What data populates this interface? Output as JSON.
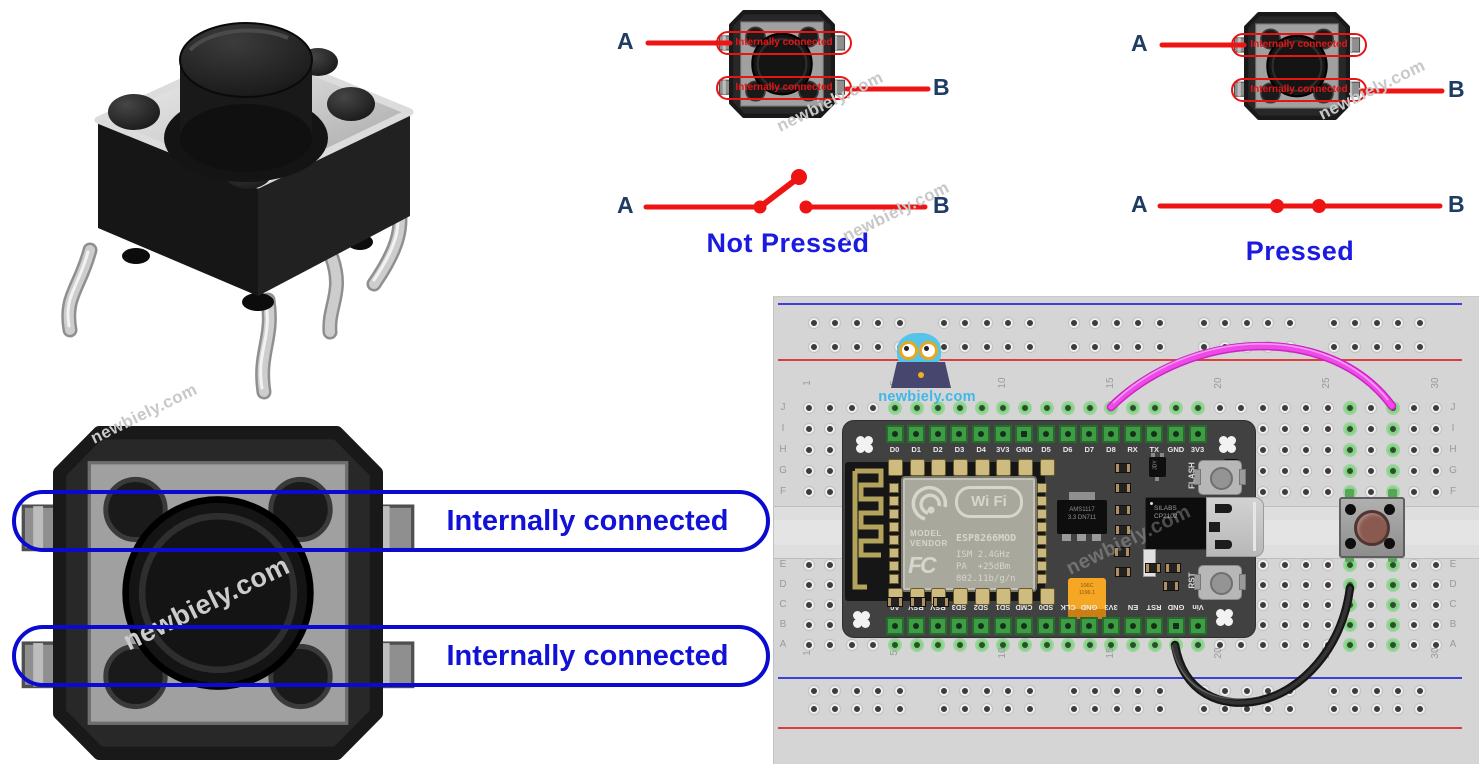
{
  "watermark": "newbiely.com",
  "logo": {
    "site": "newbiely.com"
  },
  "colors": {
    "red": "#ee1414",
    "navy": "#1e3c64",
    "blue_caption": "#1a1ae0",
    "oval_blue": "#0a0ad0",
    "wire_pink": "#e535e0",
    "wire_black": "#232323",
    "breadboard": "#d5d5d5",
    "board": "#414141",
    "pin_green": "#3e9c44",
    "hole_green": "#7fd57f",
    "logo_blue": "#3fb8e8"
  },
  "diagram_not_pressed": {
    "label_a": "A",
    "label_b": "B",
    "pin_note_top": "Internally connected",
    "pin_note_bottom": "Internally connected",
    "schematic_label_a": "A",
    "schematic_label_b": "B",
    "caption": "Not Pressed"
  },
  "diagram_pressed": {
    "label_a": "A",
    "label_b": "B",
    "pin_note_top": "Internally connected",
    "pin_note_bottom": "Internally connected",
    "schematic_label_a": "A",
    "schematic_label_b": "B",
    "caption": "Pressed"
  },
  "pinout_diagram": {
    "note_top": "Internally connected",
    "note_bottom": "Internally connected"
  },
  "breadboard": {
    "row_letters_top": [
      "J",
      "I",
      "H",
      "G",
      "F"
    ],
    "row_letters_bottom": [
      "E",
      "D",
      "C",
      "B",
      "A"
    ],
    "col_numbers": [
      "1",
      "5",
      "10",
      "15",
      "20",
      "25",
      "30"
    ],
    "numbered_cols": [
      1,
      5,
      10,
      15,
      20,
      25,
      30
    ],
    "num_cols": 30,
    "green_col_range": {
      "from": 5,
      "to": 19
    },
    "green_cols": [
      26,
      28
    ]
  },
  "nodemcu": {
    "top_pins": [
      "D0",
      "D1",
      "D2",
      "D3",
      "D4",
      "3V3",
      "GND",
      "D5",
      "D6",
      "D7",
      "D8",
      "RX",
      "TX",
      "GND",
      "3V3"
    ],
    "bottom_pins": [
      "A0",
      "RSV",
      "RSV",
      "SD3",
      "SD2",
      "SD1",
      "CMD",
      "SD0",
      "CLK",
      "GND",
      "3V3",
      "EN",
      "RST",
      "GND",
      "Vin"
    ],
    "flash_button": "FLASH",
    "reset_button": "RST",
    "module": {
      "badge": "Wi Fi",
      "model": "MODEL",
      "vendor": "VENDOR",
      "chip": "ESP8266MOD",
      "fcc": "FC",
      "specs": [
        "ISM 2.4GHz",
        "PA  +25dBm",
        "802.11b/g/n"
      ]
    },
    "regulator": [
      "AMS1117",
      "3.3  DN711"
    ],
    "usb_chip": [
      "SILABS",
      "CP2102"
    ],
    "capacitor": [
      "106C",
      "1196.1"
    ],
    "smd_labels": [
      "JDY",
      "A3T"
    ]
  }
}
